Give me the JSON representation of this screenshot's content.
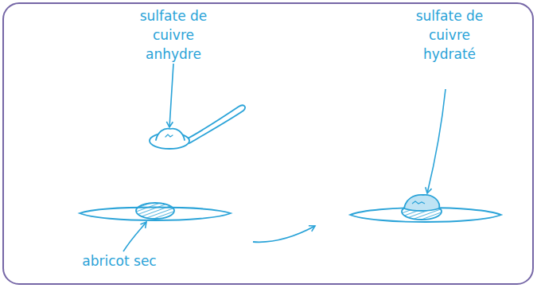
{
  "diagram": {
    "labels": [
      "sulfate de cuivre anhydre",
      "abricot sec",
      "sulfate de cuivre hydraté"
    ]
  }
}
